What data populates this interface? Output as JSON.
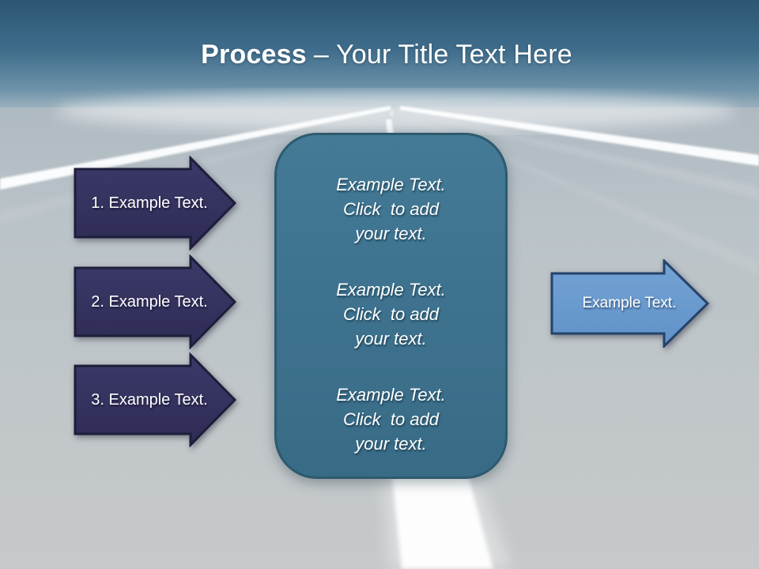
{
  "title": {
    "bold": "Process",
    "separator": "–",
    "rest": "Your Title Text Here"
  },
  "left_arrows": [
    {
      "label": "1. Example Text."
    },
    {
      "label": "2. Example Text."
    },
    {
      "label": "3. Example Text."
    }
  ],
  "center_box": {
    "paragraphs": [
      {
        "lines": [
          "Example Text.",
          "Click  to add",
          "your text."
        ]
      },
      {
        "lines": [
          "Example Text.",
          "Click  to add",
          "your text."
        ]
      },
      {
        "lines": [
          "Example Text.",
          "Click  to add",
          "your text."
        ]
      }
    ]
  },
  "right_arrow": {
    "label": "Example Text."
  },
  "colors": {
    "sky_top": "#2b5674",
    "sky_horizon": "#a6b8c2",
    "road_gray": "#c6c9ca",
    "navy_arrow_fill": "#34325f",
    "navy_arrow_border": "#1e1d3a",
    "teal_panel_fill": "#3e7390",
    "teal_panel_border": "#2d5a6e",
    "blue_arrow_fill": "#6a9bce",
    "blue_arrow_border": "#24436b",
    "text": "#ffffff"
  }
}
